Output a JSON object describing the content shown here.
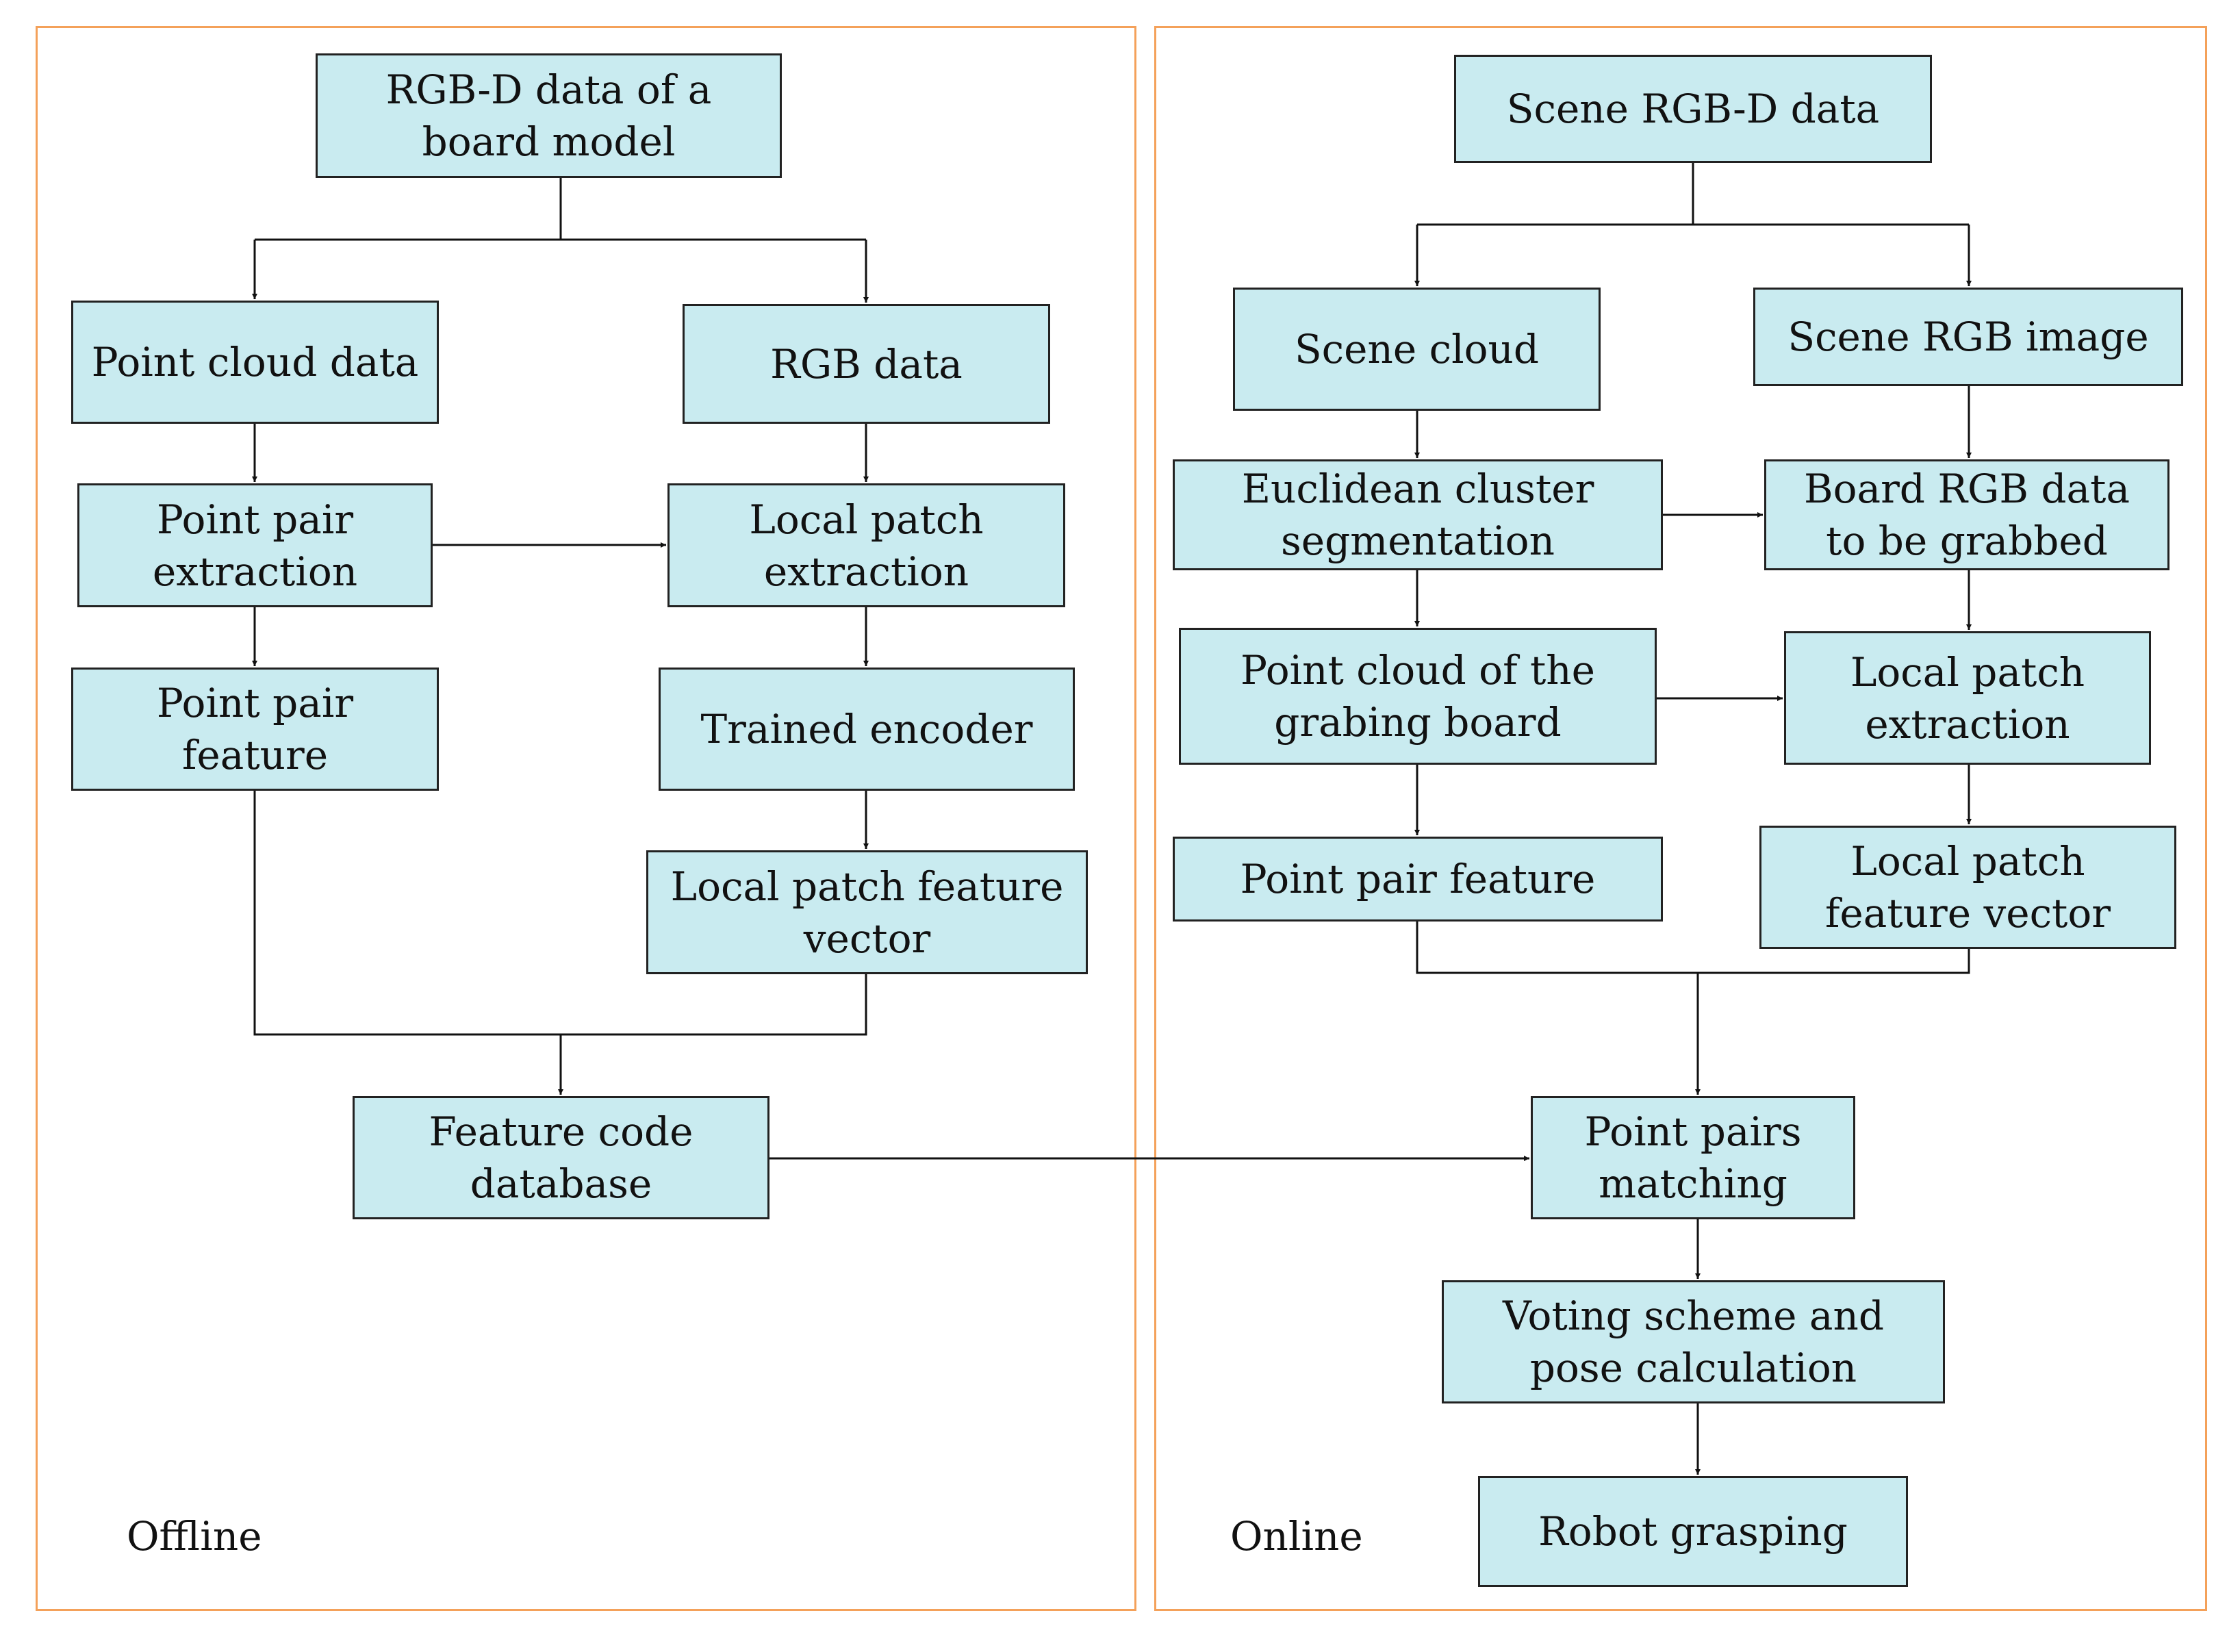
{
  "panels": {
    "offline": "Offline",
    "online": "Online"
  },
  "nodes": {
    "rgbd_board_model": "RGB-D data of a board model",
    "point_cloud_data": "Point cloud data",
    "rgb_data": "RGB data",
    "point_pair_extraction": "Point pair extraction",
    "local_patch_extraction_offline": "Local patch extraction",
    "point_pair_feature_offline": "Point pair feature",
    "trained_encoder": "Trained encoder",
    "local_patch_feature_vector_offline": "Local patch feature vector",
    "feature_code_database": "Feature code database",
    "scene_rgbd_data": "Scene RGB-D data",
    "scene_cloud": "Scene cloud",
    "scene_rgb_image": "Scene RGB image",
    "euclidean_cluster_segmentation": "Euclidean cluster segmentation",
    "board_rgb_data": "Board RGB data to be grabbed",
    "point_cloud_grabing_board": "Point cloud of the grabing board",
    "local_patch_extraction_online": "Local patch extraction",
    "point_pair_feature_online": "Point pair feature",
    "local_patch_feature_vector_online": "Local patch feature vector",
    "point_pairs_matching": "Point pairs matching",
    "voting_scheme_pose": "Voting scheme and pose calculation",
    "robot_grasping": "Robot grasping"
  },
  "colors": {
    "node_fill": "#c9ebf0",
    "panel_border": "#f4a15a",
    "line": "#111111"
  }
}
